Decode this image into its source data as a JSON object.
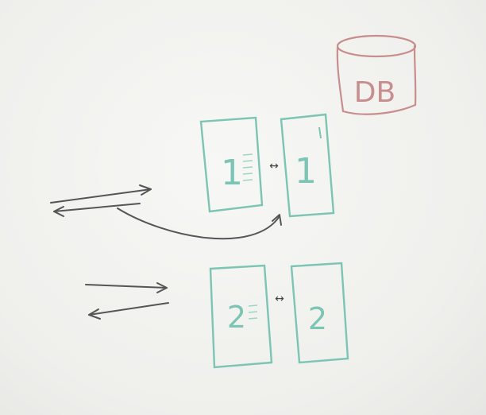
{
  "colors": {
    "background": "#f2f2f0",
    "teal_marker": "#7cc4b4",
    "red_marker": "#c88e8e",
    "dark_marker": "#555555"
  },
  "database": {
    "label": "DB"
  },
  "boxes": {
    "row1_left": {
      "label": "1"
    },
    "row1_right": {
      "label": "1"
    },
    "row2_left": {
      "label": "2"
    },
    "row2_right": {
      "label": "2"
    }
  },
  "connectors": {
    "row1_link": "↔",
    "row2_link": "↔"
  }
}
